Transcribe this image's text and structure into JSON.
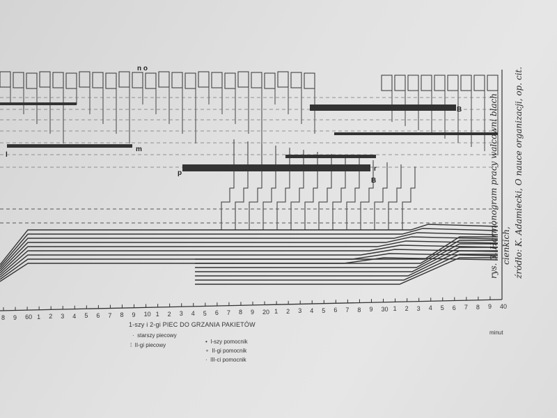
{
  "axis": {
    "tick_labels": [
      "8",
      "9",
      "60",
      "1",
      "2",
      "3",
      "4",
      "5",
      "6",
      "7",
      "8",
      "9",
      "10",
      "1",
      "2",
      "3",
      "4",
      "5",
      "6",
      "7",
      "8",
      "9",
      "20",
      "1",
      "2",
      "3",
      "4",
      "5",
      "6",
      "7",
      "8",
      "9",
      "30",
      "1",
      "2",
      "3",
      "4",
      "5",
      "6",
      "7",
      "8",
      "9",
      "40"
    ],
    "title": "1-szy i 2-gi PIEC DO GRZANIA PAKIETÓW",
    "unit": "minut"
  },
  "legend": {
    "left": [
      "starszy piecowy",
      "II-gi piecowy"
    ],
    "right": [
      "I-szy pomocnik",
      "II-gi pomocnik",
      "III-ci pomocnik"
    ]
  },
  "markers": [
    "n o",
    "m",
    "l",
    "p",
    "r",
    "B",
    "B"
  ],
  "caption": {
    "line1": "rys. 3. Harmonogram pracy walcowni blach",
    "line2": "cienkich,",
    "line3": "źródło: K. Adamiecki, O nauce organizacji, op. cit."
  }
}
